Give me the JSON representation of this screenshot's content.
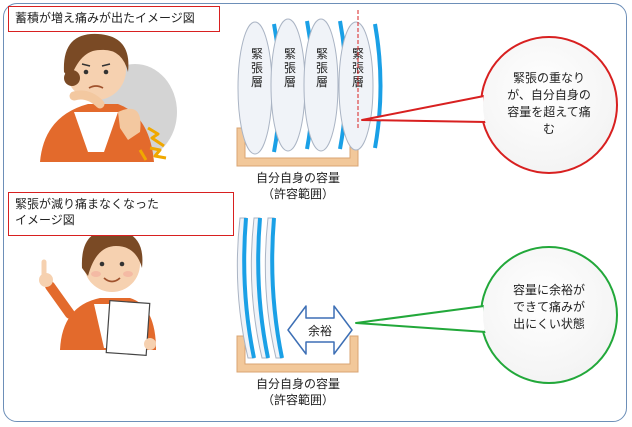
{
  "top": {
    "title": "蓄積が増え痛みが出たイメージ図",
    "plate_label": "緊張層",
    "capacity_line1": "自分自身の容量",
    "capacity_line2": "（許容範囲）",
    "bubble_text": "緊張の重なりが、自分自身の容量を超えて痛む",
    "bubble_color": "#d82020"
  },
  "bottom": {
    "title_line1": "緊張が減り痛まなくなった",
    "title_line2": "イメージ図",
    "spare_label": "余裕",
    "capacity_line1": "自分自身の容量",
    "capacity_line2": "（許容範囲）",
    "bubble_text": "容量に余裕ができて痛みが出にくい状態",
    "bubble_color": "#22a83a"
  },
  "colors": {
    "frame": "#6d8fb8",
    "plate": "#1aa0e6",
    "container": "#f2c89a",
    "arrow": "#3d6fb5"
  }
}
